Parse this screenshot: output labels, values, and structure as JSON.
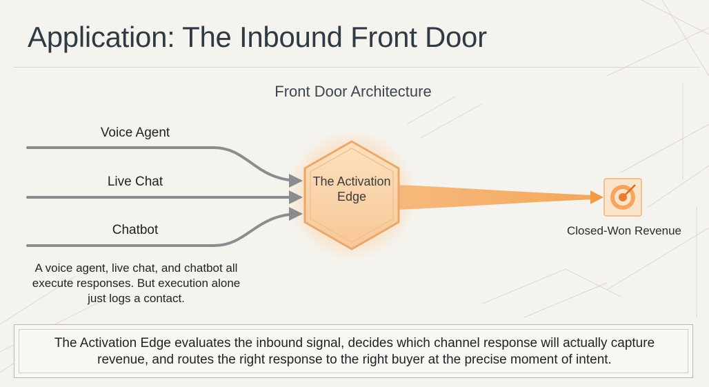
{
  "header": {
    "title": "Application: The Inbound Front Door"
  },
  "diagram": {
    "title": "Front Door Architecture",
    "channels": [
      {
        "label": "Voice Agent"
      },
      {
        "label": "Live Chat"
      },
      {
        "label": "Chatbot"
      }
    ],
    "hub": {
      "label": "The Activation Edge"
    },
    "outcome": {
      "label": "Closed-Won Revenue",
      "icon": "target-icon"
    },
    "caption": "A voice agent, live chat, and chatbot all execute responses. But execution alone just logs a contact."
  },
  "callout": {
    "text": "The Activation Edge evaluates the inbound signal, decides which channel response will actually capture revenue, and routes the right response to the right buyer at the precise moment of intent."
  },
  "colors": {
    "background": "#f5f3ee",
    "pipe": "#8a8d90",
    "accent": "#f2a55a",
    "accent_dark": "#e07a2c",
    "text": "#2f3a45"
  }
}
